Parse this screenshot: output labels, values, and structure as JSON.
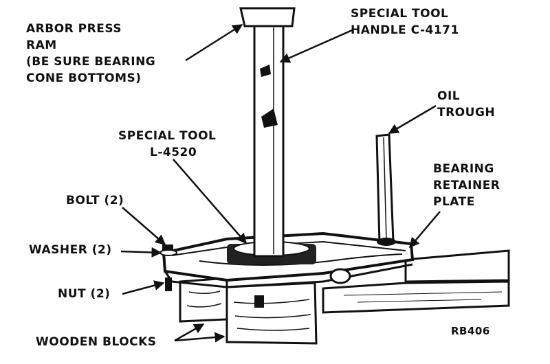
{
  "figure_id": "RB406",
  "labels": {
    "arbor_press_ram": [
      "ARBOR PRESS",
      "RAM",
      "(BE SURE BEARING",
      "CONE BOTTOMS)"
    ],
    "special_tool_handle": [
      "SPECIAL TOOL",
      "HANDLE C-4171"
    ],
    "oil_trough": [
      "OIL",
      "TROUGH"
    ],
    "special_tool_l4520": [
      "SPECIAL TOOL",
      "L-4520"
    ],
    "bearing_retainer_plate": [
      "BEARING",
      "RETAINER",
      "PLATE"
    ],
    "bolt": "BOLT (2)",
    "washer": "WASHER (2)",
    "nut": "NUT (2)",
    "wooden_blocks": "WOODEN BLOCKS"
  },
  "colors": {
    "ink": "#111111",
    "paper": "#ffffff"
  }
}
